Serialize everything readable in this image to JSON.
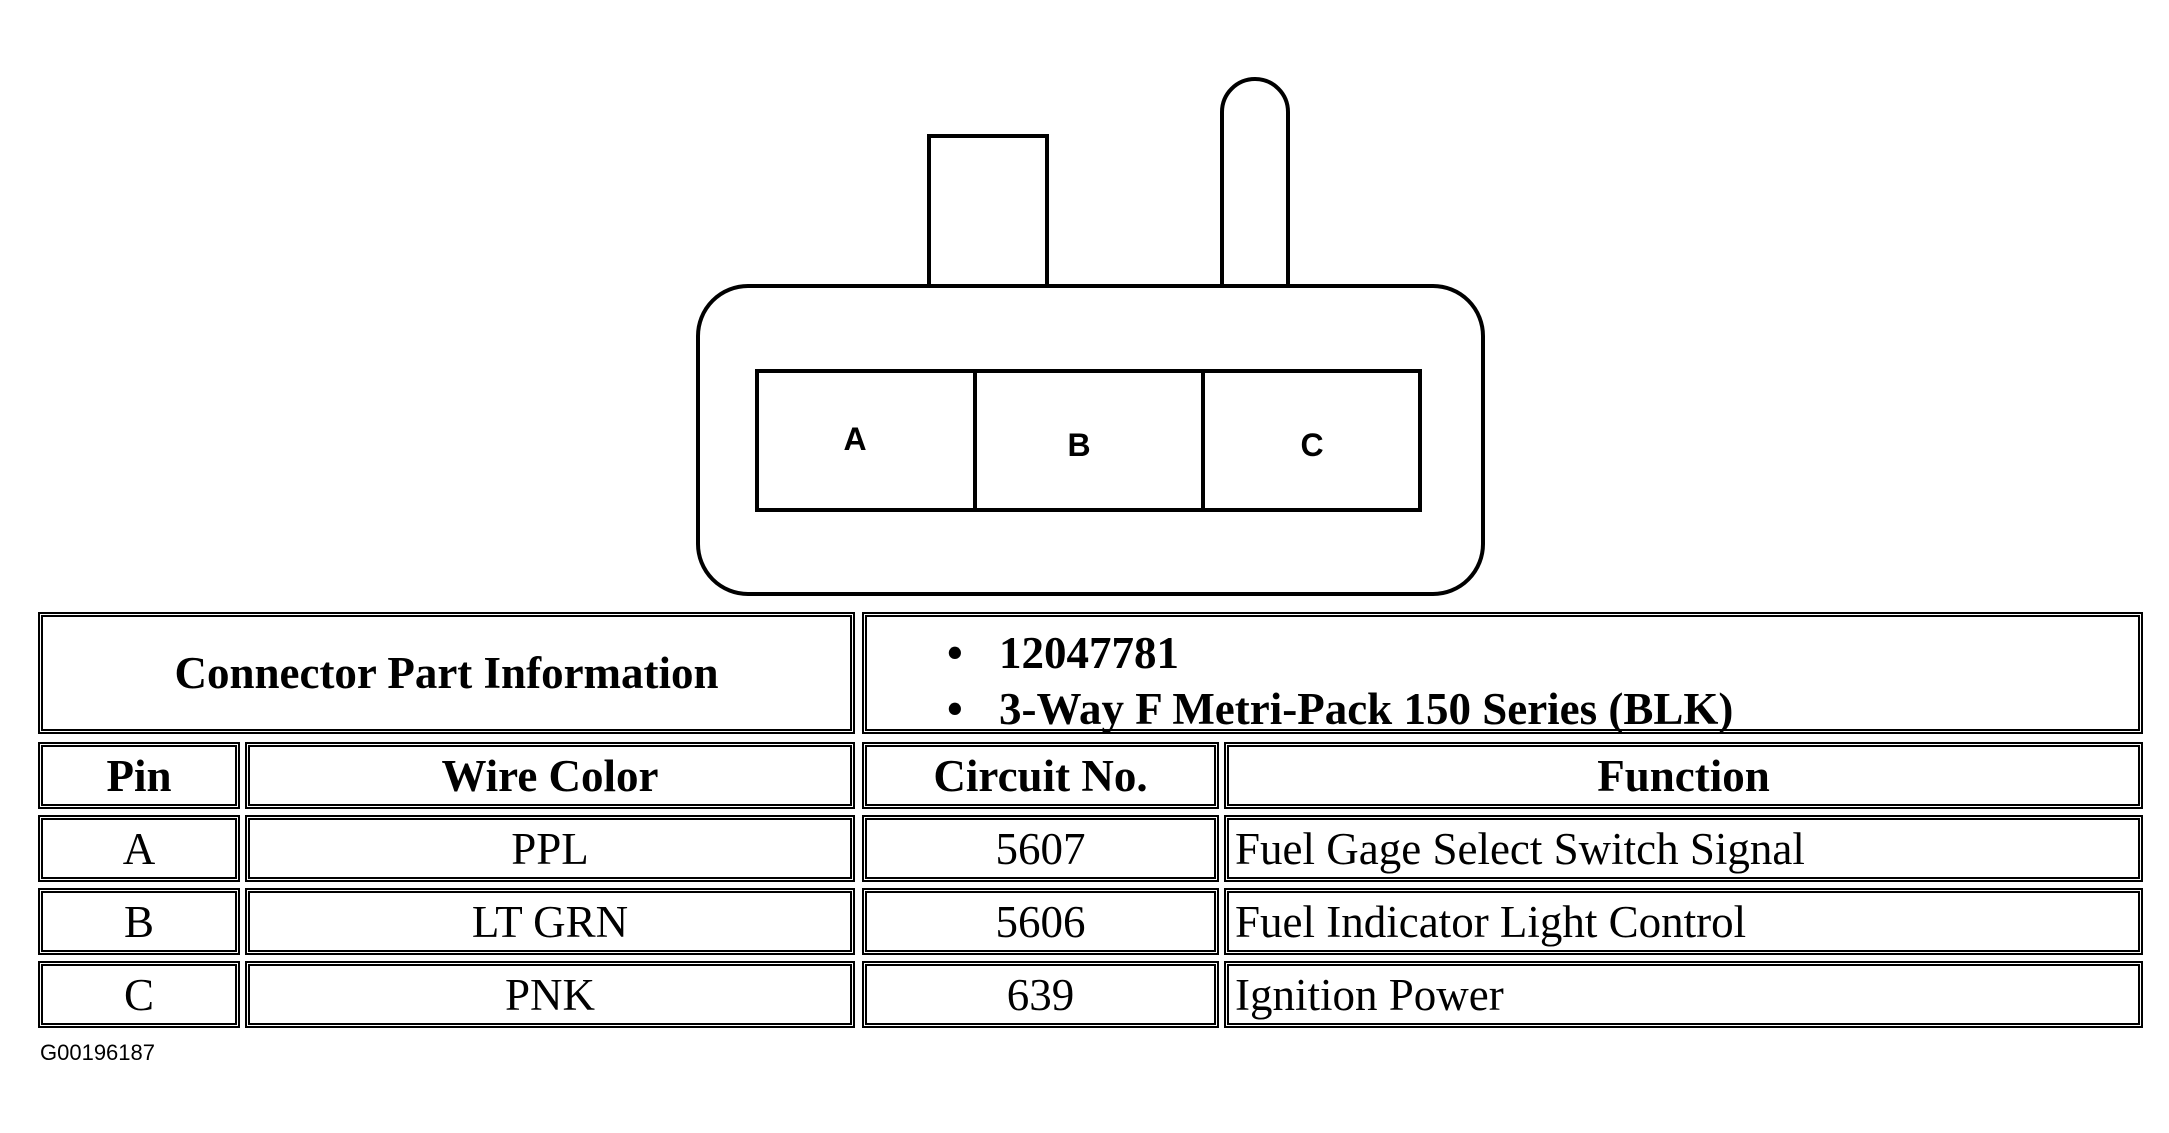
{
  "connector": {
    "cavities": [
      "A",
      "B",
      "C"
    ]
  },
  "part_info": {
    "label": "Connector Part Information",
    "items": [
      "12047781",
      "3-Way F Metri-Pack 150 Series (BLK)"
    ]
  },
  "table": {
    "headers": {
      "pin": "Pin",
      "wire_color": "Wire Color",
      "circuit": "Circuit No.",
      "function": "Function"
    },
    "rows": [
      {
        "pin": "A",
        "wire_color": "PPL",
        "circuit": "5607",
        "function": "Fuel Gage Select Switch Signal"
      },
      {
        "pin": "B",
        "wire_color": "LT GRN",
        "circuit": "5606",
        "function": "Fuel Indicator Light Control"
      },
      {
        "pin": "C",
        "wire_color": "PNK",
        "circuit": "639",
        "function": "Ignition Power"
      }
    ]
  },
  "figure_id": "G00196187"
}
